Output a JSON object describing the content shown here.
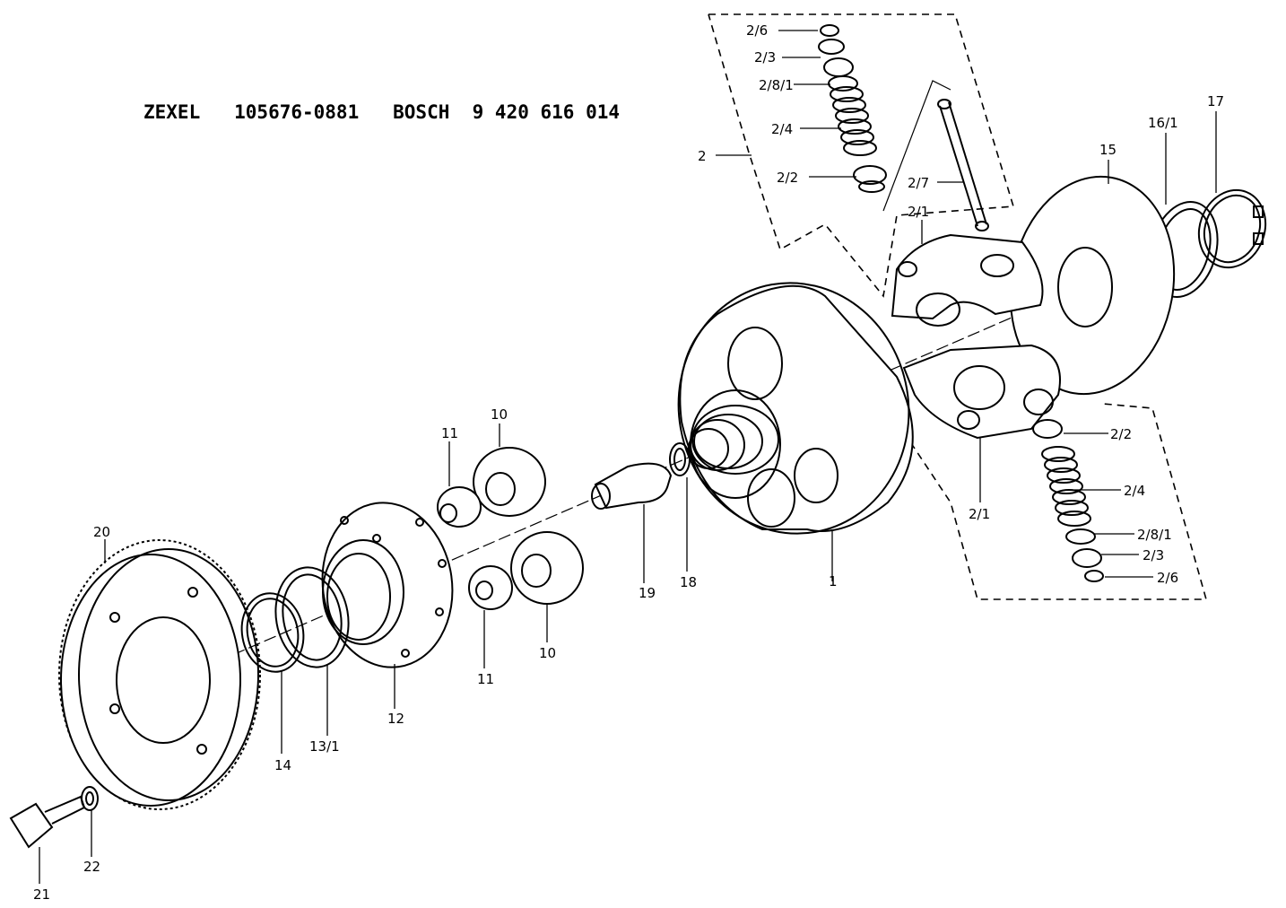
{
  "title": "ZEXEL   105676-0881   BOSCH  9 420 616 014",
  "callouts": {
    "c1": "1",
    "c2": "2",
    "c2_1a": "2/1",
    "c2_1b": "2/1",
    "c2_2a": "2/2",
    "c2_2b": "2/2",
    "c2_3a": "2/3",
    "c2_3b": "2/3",
    "c2_4a": "2/4",
    "c2_4b": "2/4",
    "c2_6a": "2/6",
    "c2_6b": "2/6",
    "c2_7": "2/7",
    "c2_8_1a": "2/8/1",
    "c2_8_1b": "2/8/1",
    "c10a": "10",
    "c10b": "10",
    "c11a": "11",
    "c11b": "11",
    "c12": "12",
    "c13_1": "13/1",
    "c14": "14",
    "c15": "15",
    "c16_1": "16/1",
    "c17": "17",
    "c18": "18",
    "c19": "19",
    "c20": "20",
    "c21": "21",
    "c22": "22"
  }
}
